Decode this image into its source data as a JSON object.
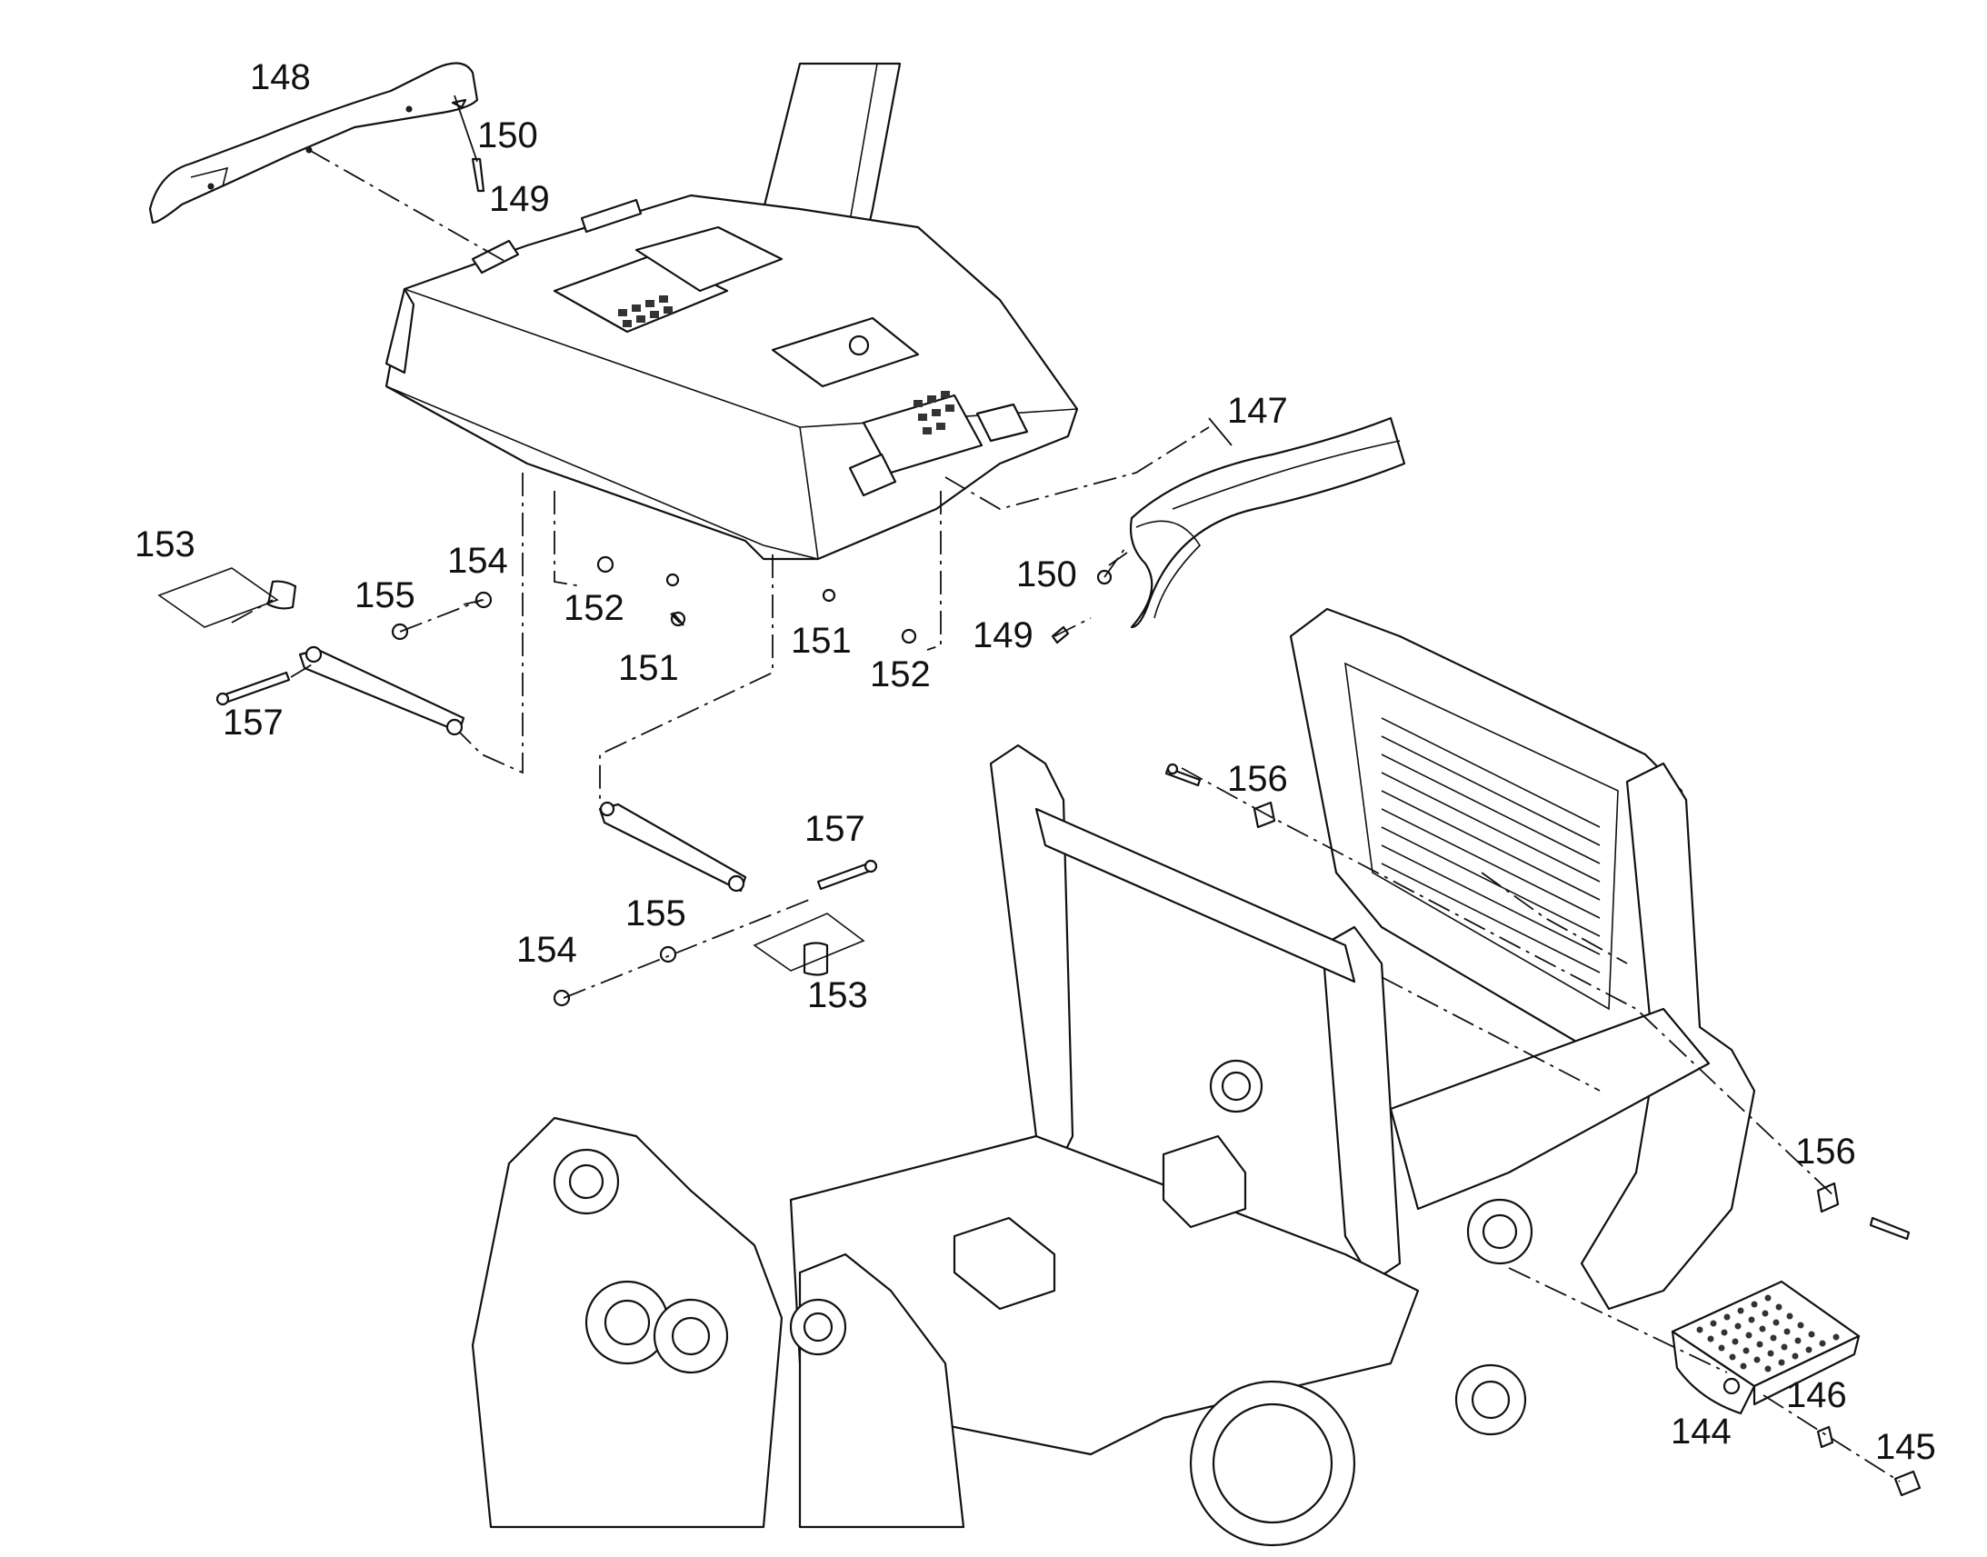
{
  "diagram": {
    "colors": {
      "line": "#111111",
      "background": "#ffffff"
    },
    "callouts": [
      {
        "id": "c148",
        "label": "148"
      },
      {
        "id": "c150a",
        "label": "150"
      },
      {
        "id": "c149a",
        "label": "149"
      },
      {
        "id": "c147",
        "label": "147"
      },
      {
        "id": "c150b",
        "label": "150"
      },
      {
        "id": "c149b",
        "label": "149"
      },
      {
        "id": "c153a",
        "label": "153"
      },
      {
        "id": "c154a",
        "label": "154"
      },
      {
        "id": "c155a",
        "label": "155"
      },
      {
        "id": "c157a",
        "label": "157"
      },
      {
        "id": "c152a",
        "label": "152"
      },
      {
        "id": "c151a",
        "label": "151"
      },
      {
        "id": "c151b",
        "label": "151"
      },
      {
        "id": "c152b",
        "label": "152"
      },
      {
        "id": "c156a",
        "label": "156"
      },
      {
        "id": "c157b",
        "label": "157"
      },
      {
        "id": "c155b",
        "label": "155"
      },
      {
        "id": "c154b",
        "label": "154"
      },
      {
        "id": "c153b",
        "label": "153"
      },
      {
        "id": "c156b",
        "label": "156"
      },
      {
        "id": "c146",
        "label": "146"
      },
      {
        "id": "c144",
        "label": "144"
      },
      {
        "id": "c145",
        "label": "145"
      }
    ]
  }
}
